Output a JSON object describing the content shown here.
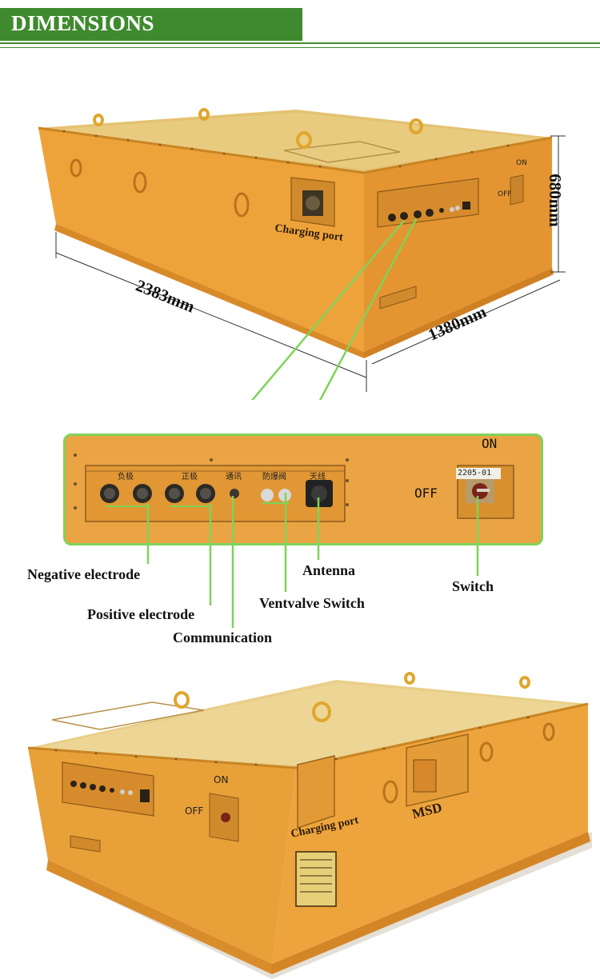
{
  "header": {
    "title": "DIMENSIONS"
  },
  "dimensions": {
    "length": "2383mm",
    "width": "1380mm",
    "height": "680mm"
  },
  "top_photo": {
    "charging_port_label": "Charging port",
    "on": "ON",
    "off": "OFF"
  },
  "panel": {
    "on": "ON",
    "off": "OFF",
    "date_tag": "2205-01",
    "port_labels": [
      "负极",
      "正极",
      "通讯",
      "防爆阀",
      "天线"
    ]
  },
  "callouts": {
    "negative_electrode": "Negative electrode",
    "positive_electrode": "Positive electrode",
    "communication": "Communication",
    "ventvalve_switch": "Ventvalve Switch",
    "antenna": "Antenna",
    "switch": "Switch"
  },
  "bottom_photo": {
    "charging_port_label": "Charging port",
    "msd_label": "MSD",
    "on": "ON",
    "off": "OFF"
  },
  "colors": {
    "accent_green": "#3f8a2e",
    "callout_green": "#7ed35a",
    "box_yellow": "#eea33a"
  }
}
